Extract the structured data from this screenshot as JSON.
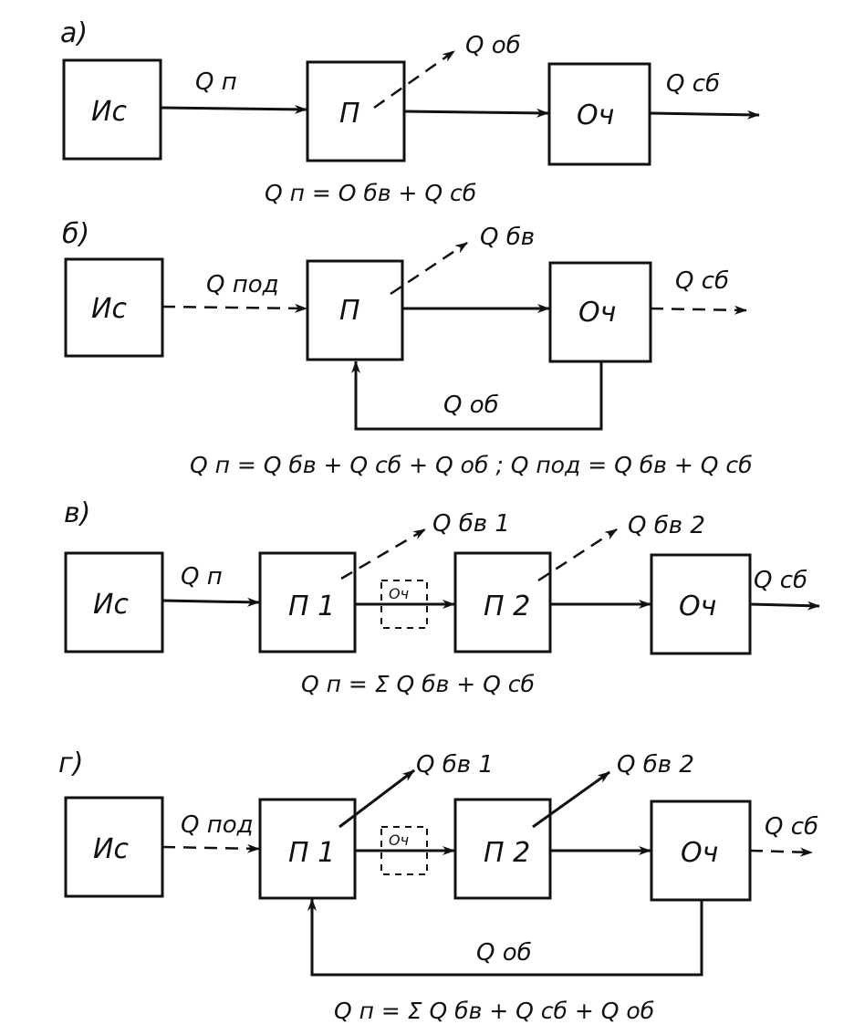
{
  "panels": [
    {
      "tag": "а)",
      "boxes": {
        "source": "Ис",
        "process": "П",
        "cleaner": "Оч"
      },
      "labels": {
        "feed": "Q п",
        "loss": "Q об",
        "out": "Q сб"
      },
      "formula": "Q п = О бв + Q сб"
    },
    {
      "tag": "б)",
      "boxes": {
        "source": "Ис",
        "process": "П",
        "cleaner": "Оч"
      },
      "labels": {
        "feed": "Q под",
        "loss": "Q бв",
        "out": "Q сб",
        "return": "Q об"
      },
      "formula": "Q п = Q бв + Q сб + Q об ;   Q под = Q бв + Q сб"
    },
    {
      "tag": "в)",
      "boxes": {
        "source": "Ис",
        "process1": "П 1",
        "inter": "Оч",
        "process2": "П 2",
        "cleaner": "Оч"
      },
      "labels": {
        "feed": "Q п",
        "loss1": "Q бв 1",
        "loss2": "Q бв 2",
        "out": "Q сб"
      },
      "formula": "Q п = Σ Q бв + Q сб"
    },
    {
      "tag": "г)",
      "boxes": {
        "source": "Ис",
        "process1": "П 1",
        "inter": "Оч",
        "process2": "П 2",
        "cleaner": "Оч"
      },
      "labels": {
        "feed": "Q под",
        "loss1": "Q бв 1",
        "loss2": "Q бв 2",
        "out": "Q сб",
        "return": "Q об"
      },
      "formula": "Q п = Σ Q бв + Q сб + Q об"
    }
  ]
}
